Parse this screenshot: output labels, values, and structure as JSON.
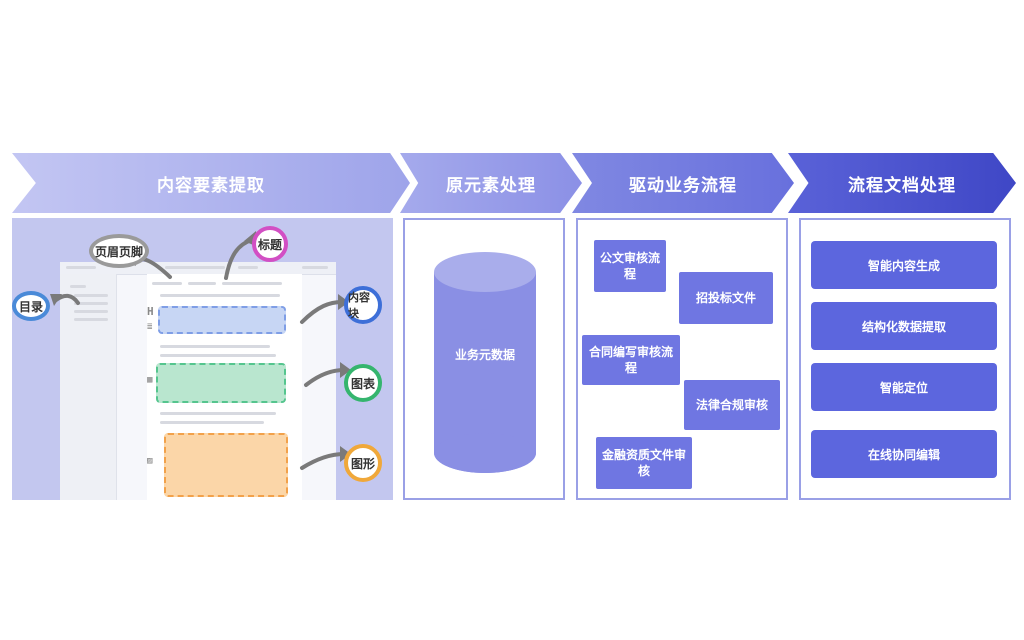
{
  "header": {
    "stage1": "内容要素提取",
    "stage2": "原元素处理",
    "stage3": "驱动业务流程",
    "stage4": "流程文档处理"
  },
  "extraction_labels": {
    "header_footer": "页眉页脚",
    "title": "标题",
    "toc": "目录",
    "content_block": "内容块",
    "table": "图表",
    "figure": "图形"
  },
  "storage": {
    "label": "业务元数据"
  },
  "business_flows": [
    "公文审核流程",
    "招投标文件",
    "合同编写审核流程",
    "法律合规审核",
    "金融资质文件审核"
  ],
  "doc_processing": [
    "智能内容生成",
    "结构化数据提取",
    "智能定位",
    "在线协同编辑"
  ],
  "colors": {
    "accent": "#6f76e2",
    "dark_accent": "#3f47c6",
    "cylinder": "#8a8fe4",
    "panel_bg": "#c3c7ef"
  }
}
